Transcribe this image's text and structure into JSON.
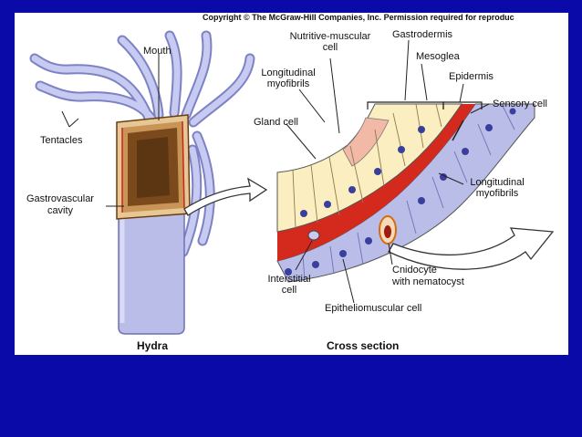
{
  "copyright": "Copyright © The McGraw-Hill Companies, Inc. Permission required for reproduc",
  "captions": {
    "left": "Hydra",
    "right": "Cross section"
  },
  "labels": {
    "mouth": "Mouth",
    "tentacles": "Tentacles",
    "gastrovascular_1": "Gastrovascular",
    "gastrovascular_2": "cavity",
    "nutritive_1": "Nutritive-muscular",
    "nutritive_2": "cell",
    "gastrodermis": "Gastrodermis",
    "mesoglea": "Mesoglea",
    "long_myo_1a": "Longitudinal",
    "long_myo_1b": "myofibrils",
    "epidermis": "Epidermis",
    "sensory": "Sensory cell",
    "gland": "Gland cell",
    "long_myo_2a": "Longitudinal",
    "long_myo_2b": "myofibrils",
    "interstitial_1": "Interstitial",
    "interstitial_2": "cell",
    "cnido_1": "Cnidocyte",
    "cnido_2": "with nematocyst",
    "epitheliomuscular": "Epitheliomuscular cell"
  },
  "colors": {
    "background": "#0a0aa8",
    "panel": "#ffffff",
    "body": "#b9bde8",
    "gastrodermis_cell": "#fbeec0",
    "mesoglea": "#d42a1e",
    "cavity": "#7a4a1c",
    "nucleus": "#3b3f9c"
  }
}
